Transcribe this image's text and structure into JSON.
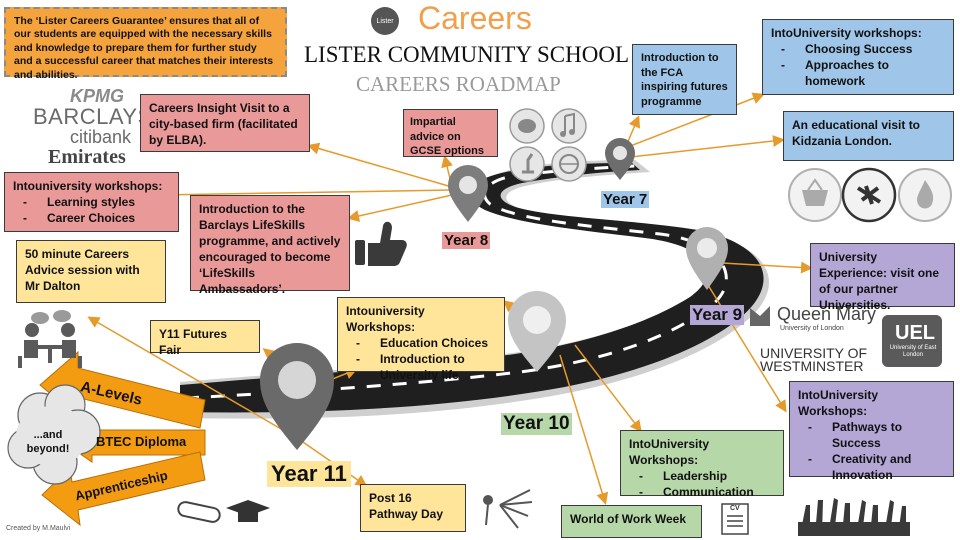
{
  "guarantee": "The ‘Lister Careers Guarantee’ ensures that all of our students are equipped with the necessary skills and knowledge to prepare them for further study and a successful career that matches their interests and abilities.",
  "header": {
    "logo_badge": "Lister",
    "careers": "Careers",
    "school": "LISTER COMMUNITY SCHOOL",
    "roadmap": "CAREERS ROADMAP"
  },
  "company_logos": [
    "KPMG",
    "BARCLAYS",
    "citibank",
    "Emirates"
  ],
  "boxes": {
    "careers_insight": "Careers Insight Visit to a city-based firm (facilitated by ELBA).",
    "impartial_advice": "Impartial advice on GCSE options",
    "fca_intro": "Introduction to the FCA inspiring futures programme",
    "intouni_y7": {
      "title": "IntoUniversity workshops:",
      "items": [
        "Choosing Success",
        "Approaches to homework"
      ]
    },
    "kidzania": "An educational visit to Kidzania London.",
    "intouni_y8": {
      "title": "Intouniversity workshops:",
      "items": [
        "Learning styles",
        "Career Choices"
      ]
    },
    "barclays": "Introduction to the Barclays LifeSkills programme, and actively encouraged to become ‘LifeSkills Ambassadors’.",
    "careers_advice": "50 minute Careers Advice session with Mr Dalton",
    "futures_fair": "Y11 Futures Fair",
    "intouni_y10": {
      "title": "Intouniversity Workshops:",
      "items": [
        "Education Choices",
        "Introduction to University life"
      ]
    },
    "uni_experience": "University Experience: visit one of our partner Universities.",
    "intouni_y9": {
      "title": "IntoUniversity Workshops:",
      "items": [
        "Pathways to Success",
        "Creativity and Innovation"
      ]
    },
    "intouni_leader": {
      "title": "IntoUniversity Workshops:",
      "items": [
        "Leadership",
        "Communication"
      ]
    },
    "world_of_work": "World of Work Week",
    "post16": "Post 16 Pathway Day"
  },
  "years": {
    "y7": "Year 7",
    "y8": "Year 8",
    "y9": "Year 9",
    "y10": "Year 10",
    "y11": "Year 11"
  },
  "pathways": {
    "a_levels": "A-Levels",
    "btec": "BTEC Diploma",
    "apprenticeship": "Apprenticeship",
    "beyond": "...and beyond!"
  },
  "universities": {
    "queen_mary": "Queen Mary",
    "queen_mary_sub": "University of London",
    "westminster_1": "UNIVERSITY OF",
    "westminster_2": "WESTMINSTER",
    "uel": "UEL",
    "uel_sub": "University of East London"
  },
  "cv_label": "CV",
  "credit": "Created by M.Maulvi",
  "colors": {
    "pink": "#ea9999",
    "yellow": "#ffe599",
    "blue": "#9fc5e8",
    "purple": "#b4a7d6",
    "green": "#b6d7a8",
    "orange": "#f39c12",
    "careers_orange": "#f0a04b",
    "connector": "#e69a2b"
  },
  "icons": [
    "palette-icon",
    "music-note-icon",
    "microscope-icon",
    "globe-icon",
    "basket-icon",
    "airplane-icon",
    "fire-icon",
    "thumbs-up-icon",
    "meeting-icon",
    "graduation-icon",
    "cv-icon",
    "crowd-hands-icon"
  ]
}
